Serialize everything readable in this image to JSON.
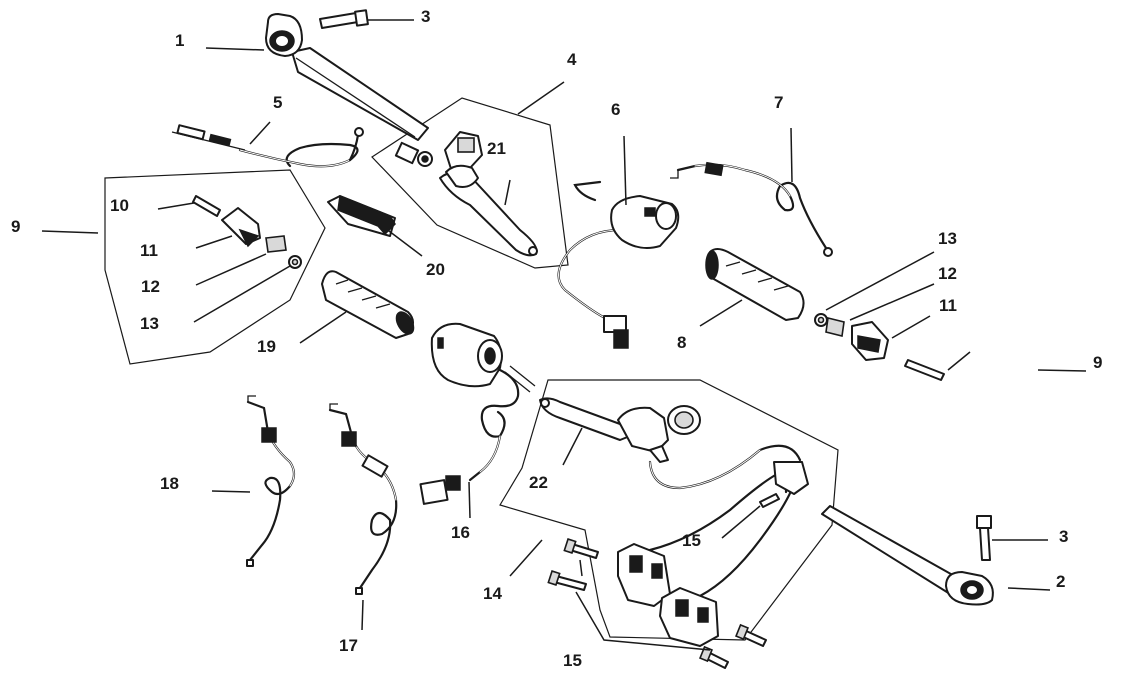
{
  "labels": {
    "l1": "1",
    "l2": "2",
    "l3a": "3",
    "l3b": "3",
    "l4": "4",
    "l5": "5",
    "l6": "6",
    "l7": "7",
    "l8": "8",
    "l9a": "9",
    "l9b": "9",
    "l10": "10",
    "l11a": "11",
    "l11b": "11",
    "l12a": "12",
    "l12b": "12",
    "l13a": "13",
    "l13b": "13",
    "l14": "14",
    "l15a": "15",
    "l15b": "15",
    "l16": "16",
    "l17": "17",
    "l18": "18",
    "l19": "19",
    "l20": "20",
    "l21": "21",
    "l22": "22"
  }
}
